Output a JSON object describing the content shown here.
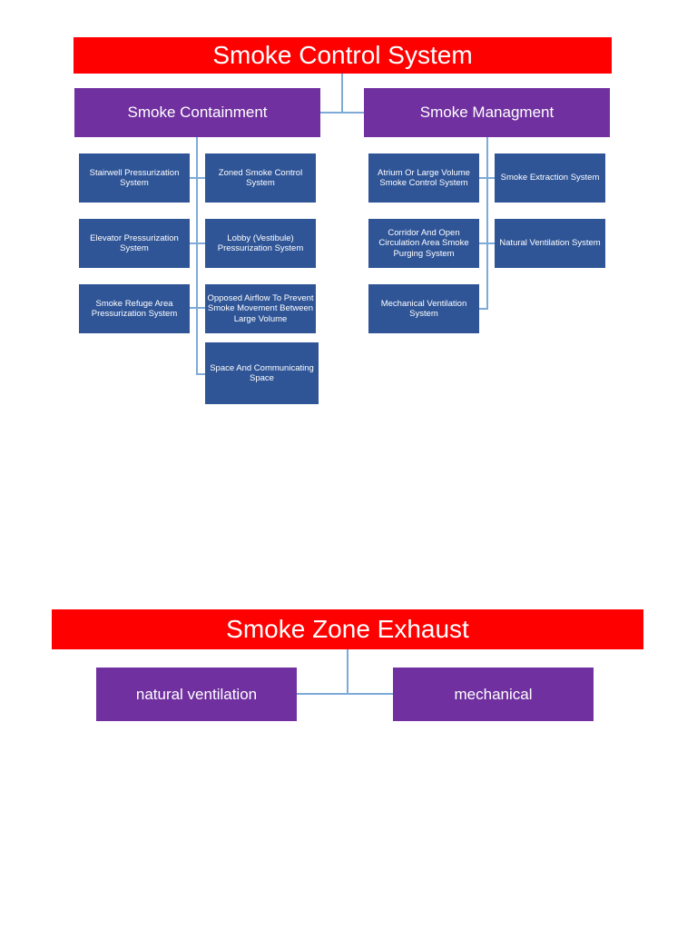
{
  "colors": {
    "title_bg": "#ff0000",
    "category_bg": "#7030a0",
    "leaf_bg": "#2f5597",
    "connector": "#7eaad8",
    "text": "#ffffff"
  },
  "diagram1": {
    "title": "Smoke Control System",
    "containment": {
      "label": "Smoke Containment",
      "items": [
        "Stairwell Pressurization System",
        "Zoned Smoke Control System",
        "Elevator Pressurization System",
        "Lobby (Vestibule) Pressurization System",
        "Smoke Refuge Area Pressurization System",
        "Opposed Airflow To Prevent Smoke Movement Between Large Volume",
        "Space And Communicating Space"
      ]
    },
    "management": {
      "label": "Smoke Managment",
      "items": [
        "Atrium Or Large Volume Smoke Control System",
        "Smoke Extraction System",
        "Corridor And Open Circulation Area Smoke Purging System",
        "Natural Ventilation System",
        "Mechanical Ventilation System"
      ]
    }
  },
  "diagram2": {
    "title": "Smoke Zone Exhaust",
    "left": "natural ventilation",
    "right": "mechanical"
  }
}
